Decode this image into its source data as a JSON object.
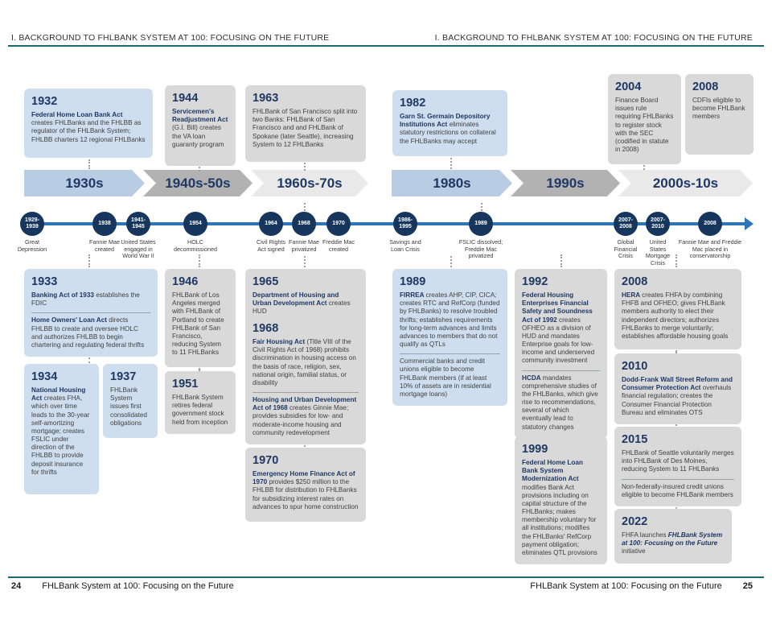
{
  "colors": {
    "teal_rule": "#1b6a70",
    "navy": "#1f3864",
    "timeline_blue": "#2e75b6",
    "blue_box": "#cfdeee",
    "gray_box": "#d9d9d9",
    "era_blue": "#b8cce4",
    "era_gray": "#b2b2b2",
    "era_light": "#e9e9e9",
    "node_circle": "#17365d"
  },
  "header": {
    "left": "I. BACKGROUND TO FHLBANK SYSTEM AT 100: FOCUSING ON THE FUTURE",
    "right": "I. BACKGROUND TO FHLBANK SYSTEM AT 100: FOCUSING ON THE FUTURE"
  },
  "footer": {
    "left_page_number": "24",
    "right_page_number": "25",
    "left_title": "FHLBank System at 100: Focusing on the Future",
    "right_title": "FHLBank System at 100: Focusing on the Future"
  },
  "eras": [
    {
      "label": "1930s"
    },
    {
      "label": "1940s-50s"
    },
    {
      "label": "1960s-70s"
    },
    {
      "label": "1980s"
    },
    {
      "label": "1990s"
    },
    {
      "label": "2000s-10s"
    }
  ],
  "nodes": [
    {
      "year": "1929-1939",
      "label": "Great Depression"
    },
    {
      "year": "1938",
      "label": "Fannie Mae created"
    },
    {
      "year": "1941-1945",
      "label": "United States engaged in World War II"
    },
    {
      "year": "1954",
      "label": "HOLC decommissioned"
    },
    {
      "year": "1964",
      "label": "Civil Rights Act signed"
    },
    {
      "year": "1968",
      "label": "Fannie Mae privatized"
    },
    {
      "year": "1970",
      "label": "Freddie Mac created"
    },
    {
      "year": "1986-1995",
      "label": "Savings and Loan Crisis"
    },
    {
      "year": "1989",
      "label": "FSLIC dissolved; Freddie Mac privatized"
    },
    {
      "year": "2007-2008",
      "label": "Global Financial Crisis"
    },
    {
      "year": "2007-2010",
      "label": "United States Mortgage Crisis"
    },
    {
      "year": "2008",
      "label": "Fannie Mae and Freddie Mac placed in conservatorship"
    }
  ],
  "events": {
    "e1932": {
      "year": "1932",
      "paragraphs": [
        {
          "seg": [
            {
              "t": "Federal Home Loan Bank Act ",
              "b": true
            },
            {
              "t": "creates FHLBanks and the FHLBB as regulator of the FHLBank System; FHLBB charters 12 regional FHLBanks"
            }
          ]
        }
      ]
    },
    "e1944": {
      "year": "1944",
      "paragraphs": [
        {
          "seg": [
            {
              "t": "Servicemen's Readjustment Act ",
              "b": true
            },
            {
              "t": "(G.I. Bill) creates the VA loan guaranty program"
            }
          ]
        }
      ]
    },
    "e1963": {
      "year": "1963",
      "paragraphs": [
        {
          "seg": [
            {
              "t": "FHLBank of San Francisco split into two Banks: FHLBank of San Francisco and and FHLBank of Spokane (later Seattle), increasing System to 12 FHLBanks"
            }
          ]
        }
      ]
    },
    "e1982": {
      "year": "1982",
      "paragraphs": [
        {
          "seg": [
            {
              "t": "Garn St. Germain Depository Institutions Act ",
              "b": true
            },
            {
              "t": "eliminates statutory restrictions on collateral the FHLBanks may accept"
            }
          ]
        }
      ]
    },
    "e2004": {
      "year": "2004",
      "paragraphs": [
        {
          "seg": [
            {
              "t": "Finance Board issues rule requiring FHLBanks to register stock with the SEC (codified in statute in 2008)"
            }
          ]
        }
      ]
    },
    "e2008top": {
      "year": "2008",
      "paragraphs": [
        {
          "seg": [
            {
              "t": "CDFIs eligible to become FHLBank members"
            }
          ]
        }
      ]
    },
    "e1933": {
      "year": "1933",
      "paragraphs": [
        {
          "seg": [
            {
              "t": "Banking Act of 1933 ",
              "b": true
            },
            {
              "t": "establishes the FDIC"
            }
          ]
        },
        {
          "hr": true,
          "seg": [
            {
              "t": "Home Owners' Loan Act ",
              "b": true
            },
            {
              "t": "directs FHLBB to create and oversee HOLC and authorizes FHLBB to begin chartering and regulating federal thrifts"
            }
          ]
        }
      ]
    },
    "e1934": {
      "year": "1934",
      "paragraphs": [
        {
          "seg": [
            {
              "t": "National Housing Act ",
              "b": true
            },
            {
              "t": "creates FHA, which over time leads to the 30-year self-amortizing mortgage; creates FSLIC under direction of the FHLBB to provide deposit insurance for thrifts"
            }
          ]
        }
      ]
    },
    "e1937": {
      "year": "1937",
      "paragraphs": [
        {
          "seg": [
            {
              "t": "FHLBank System issues first consolidated obligations"
            }
          ]
        }
      ]
    },
    "e1946": {
      "year": "1946",
      "paragraphs": [
        {
          "seg": [
            {
              "t": "FHLBank of Los Angeles merged with FHLBank of Portland to create FHLBank of San Francisco, reducing System to 11 FHLBanks"
            }
          ]
        }
      ]
    },
    "e1951": {
      "year": "1951",
      "paragraphs": [
        {
          "seg": [
            {
              "t": "FHLBank System retires federal government stock held from inception"
            }
          ]
        }
      ]
    },
    "e1965": {
      "year": "1965",
      "paragraphs": [
        {
          "seg": [
            {
              "t": "Department of Housing and Urban Development Act ",
              "b": true
            },
            {
              "t": "creates HUD"
            }
          ]
        }
      ]
    },
    "e1968": {
      "year": "1968",
      "paragraphs": [
        {
          "seg": [
            {
              "t": "Fair Housing Act ",
              "b": true
            },
            {
              "t": "(Title VIII of the Civil Rights Act of 1968) prohibits discrimination in housing access on the basis of race, religion, sex, national origin, familial status, or disability"
            }
          ]
        },
        {
          "hr": true,
          "seg": [
            {
              "t": "Housing and Urban Development Act of 1968 ",
              "b": true
            },
            {
              "t": "creates Ginnie Mae; provides subsidies for low- and moderate-income housing and community redevelopment"
            }
          ]
        }
      ]
    },
    "e1970": {
      "year": "1970",
      "paragraphs": [
        {
          "seg": [
            {
              "t": "Emergency Home Finance Act of 1970 ",
              "b": true
            },
            {
              "t": "provides $250 million to the FHLBB for distribution to FHLBanks for subsidizing interest rates on advances to spur home construction"
            }
          ]
        }
      ]
    },
    "e1989": {
      "year": "1989",
      "paragraphs": [
        {
          "seg": [
            {
              "t": "FIRREA ",
              "b": true
            },
            {
              "t": "creates AHP, CIP, CICA; creates RTC and RefCorp (funded by FHLBanks) to resolve troubled thrifts; establishes requirements for long-term advances and limits advances to members that do not qualify as QTLs"
            }
          ]
        },
        {
          "hr": true,
          "seg": [
            {
              "t": "Commercial banks and credit unions eligible to become FHLBank members (if at least 10% of assets are in residential mortgage loans)"
            }
          ]
        }
      ]
    },
    "e1992": {
      "year": "1992",
      "paragraphs": [
        {
          "seg": [
            {
              "t": "Federal Housing Enterprises Financial Safety and Soundness Act of 1992 ",
              "b": true
            },
            {
              "t": "creates OFHEO as a division of HUD and mandates Enterprise goals for low-income and underserved community investment"
            }
          ]
        },
        {
          "hr": true,
          "seg": [
            {
              "t": "HCDA ",
              "b": true
            },
            {
              "t": "mandates comprehensive studies of the FHLBanks, which give rise to recommendations, several of which eventually lead to statutory changes"
            }
          ]
        }
      ]
    },
    "e1999": {
      "year": "1999",
      "paragraphs": [
        {
          "seg": [
            {
              "t": "Federal Home Loan Bank System Modernization Act ",
              "b": true
            },
            {
              "t": "modifies Bank Act provisions including on capital structure of the FHLBanks; makes membership voluntary for all institutions; modifies the FHLBanks' RefCorp payment obligation; eliminates QTL provisions"
            }
          ]
        }
      ]
    },
    "e2008her": {
      "year": "2008",
      "paragraphs": [
        {
          "seg": [
            {
              "t": "HERA ",
              "b": true
            },
            {
              "t": "creates FHFA by combining FHFB and OFHEO; gives FHLBank members authority to elect their independent directors; authorizes FHLBanks to merge voluntarily; establishes affordable housing goals"
            }
          ]
        }
      ]
    },
    "e2010": {
      "year": "2010",
      "paragraphs": [
        {
          "seg": [
            {
              "t": "Dodd-Frank Wall Street Reform and Consumer Protection Act ",
              "b": true
            },
            {
              "t": "overhauls financial regulation; creates the Consumer Financial Protection Bureau and eliminates OTS"
            }
          ]
        }
      ]
    },
    "e2015": {
      "year": "2015",
      "paragraphs": [
        {
          "seg": [
            {
              "t": "FHLBank of Seattle voluntarily merges into FHLBank of Des Moines, reducing System to 11 FHLBanks"
            }
          ]
        },
        {
          "hr": true,
          "seg": [
            {
              "t": "Non-federally-insured credit unions eligible to become FHLBank members"
            }
          ]
        }
      ]
    },
    "e2022": {
      "year": "2022",
      "paragraphs": [
        {
          "seg": [
            {
              "t": "FHFA launches "
            },
            {
              "t": "FHLBank System at 100: Focusing on the Future ",
              "b": true,
              "i": true
            },
            {
              "t": "initiative"
            }
          ]
        }
      ]
    }
  }
}
